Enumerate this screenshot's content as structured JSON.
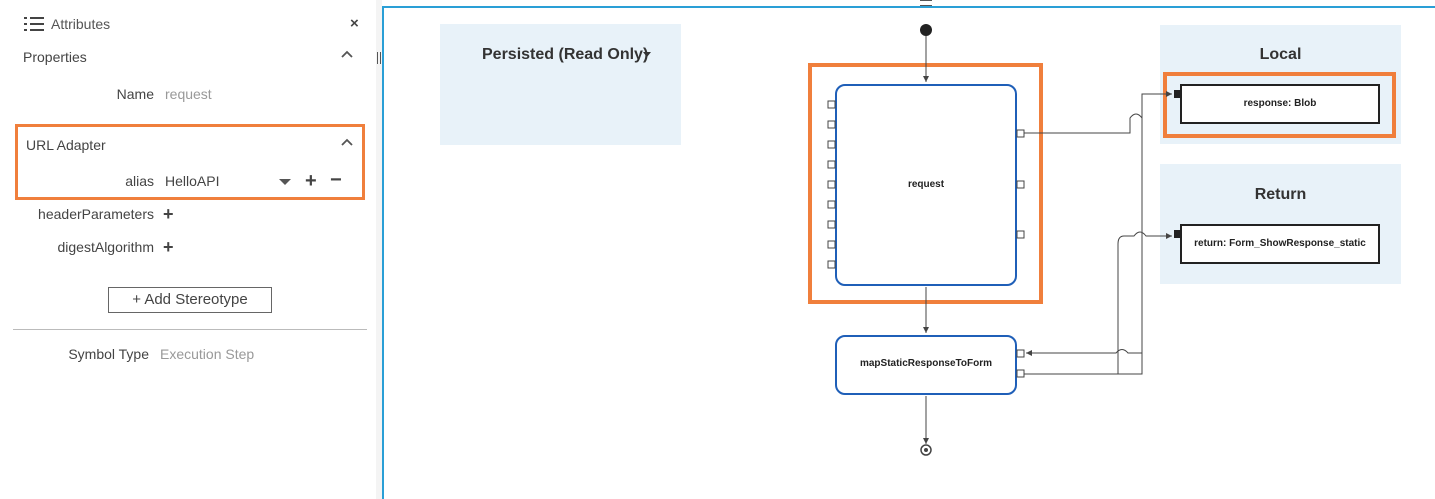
{
  "panel": {
    "title": "Attributes",
    "close_label": "×"
  },
  "properties": {
    "title": "Properties",
    "name_label": "Name",
    "name_value": "request"
  },
  "url_adapter": {
    "title": "URL Adapter",
    "alias_label": "alias",
    "alias_value": "HelloAPI",
    "add_label": "+",
    "remove_label": "−"
  },
  "extra_params": [
    {
      "label": "headerParameters",
      "add": "+"
    },
    {
      "label": "digestAlgorithm",
      "add": "+"
    }
  ],
  "stereotype": {
    "button_label": "+ Add Stereotype"
  },
  "symbol": {
    "label": "Symbol Type",
    "value": "Execution Step"
  },
  "diagram": {
    "lanes": {
      "persisted": "Persisted (Read Only)",
      "local": "Local",
      "return": "Return"
    },
    "nodes": {
      "request": "request",
      "map": "mapStaticResponseToForm"
    },
    "vars": {
      "response": "response: Blob",
      "return": "return: Form_ShowResponse_static"
    }
  },
  "colors": {
    "accent_border": "#2a9fd6",
    "highlight": "#f07f3c",
    "node_border": "#1f5fb8",
    "lane_bg": "#e8f2f9"
  }
}
